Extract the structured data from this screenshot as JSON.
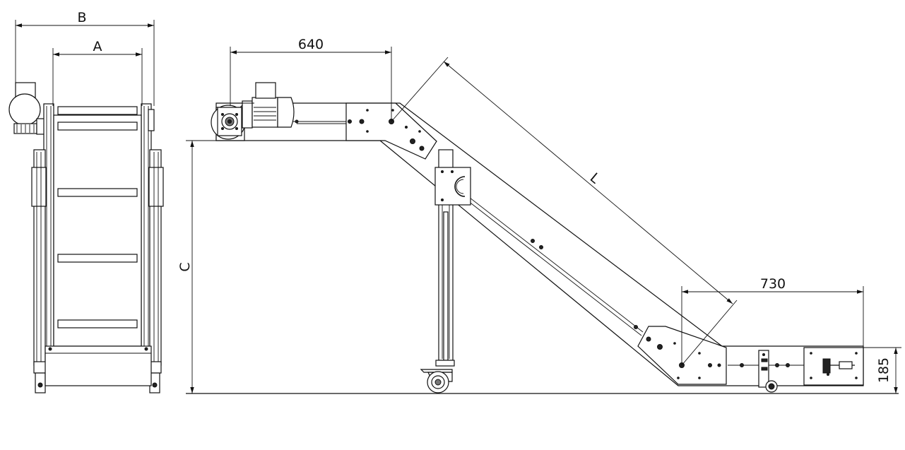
{
  "dimensions": {
    "front_width_outer": "B",
    "front_width_inner": "A",
    "top_section_length": "640",
    "incline_length": "L",
    "height": "C",
    "bottom_section_length": "730",
    "infeed_height": "185"
  }
}
